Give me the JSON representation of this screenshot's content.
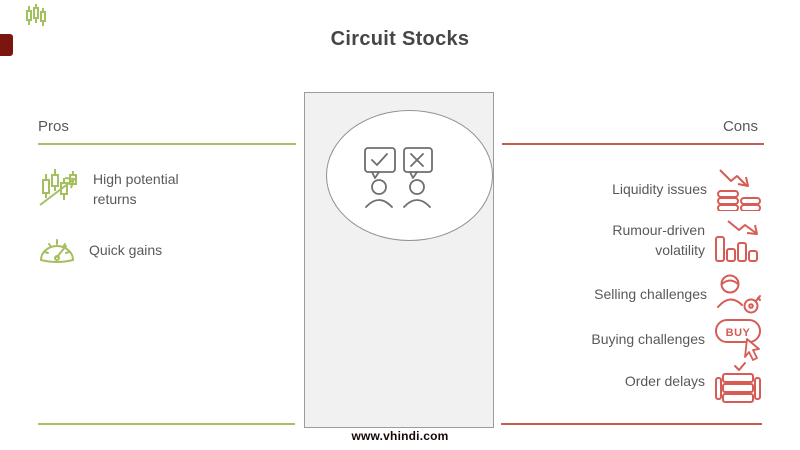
{
  "title": "Circuit Stocks",
  "watermark": "www.vhindi.com",
  "pros": {
    "heading": "Pros",
    "items": [
      {
        "label": "High potential returns",
        "icon": "candlestick-growth-icon"
      },
      {
        "label": "Quick gains",
        "icon": "speedometer-icon"
      }
    ]
  },
  "cons": {
    "heading": "Cons",
    "items": [
      {
        "label": "Liquidity issues",
        "icon": "coins-decline-icon"
      },
      {
        "label": "Rumour-driven volatility",
        "icon": "volatility-bars-decline-icon"
      },
      {
        "label": "Selling challenges",
        "icon": "seller-person-key-icon"
      },
      {
        "label": "Buying challenges",
        "icon": "buy-button-cursor-icon",
        "icon_text": "BUY"
      },
      {
        "label": "Order delays",
        "icon": "order-stack-check-icon"
      }
    ]
  },
  "center_figure": "two-people-with-check-and-cross-speech-bubbles",
  "colors": {
    "green": "#a4bf5e",
    "green_line": "#a9c163",
    "red": "#d65c55",
    "red_line": "#cb5a51",
    "dark_red": "#7c150d",
    "text": "#595959",
    "title_text": "#464646",
    "panel_fill": "#f1f1f1",
    "panel_border": "#9c9c9c",
    "figure_stroke": "#6e6e6e"
  }
}
